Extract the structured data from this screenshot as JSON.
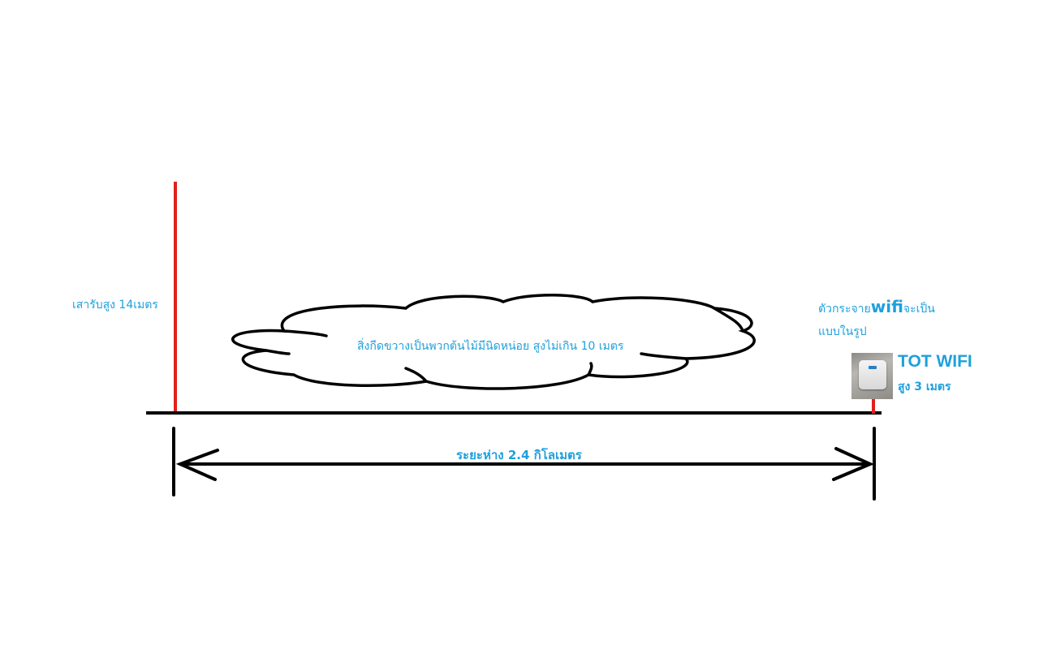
{
  "colors": {
    "accent_text": "#1fa0dc",
    "pole": "#e02020",
    "line": "#000000"
  },
  "pole": {
    "label": "เสารับสูง 14เมตร"
  },
  "obstacle": {
    "label": "สิ่งกีดขวางเป็นพวกต้นไม้มีนิดหน่อย สูงไม่เกิน 10 เมตร"
  },
  "distance": {
    "prefix": "ระยะห่าง ",
    "value": "2.4",
    "unit": " กิโลเมตร"
  },
  "wifi_note": {
    "part1": "ตัวกระจาย",
    "part2": "wifi",
    "part3": "จะเป็น",
    "line2": "แบบในรูป"
  },
  "device": {
    "title": "TOT WIFI",
    "height": "สูง 3 เมตร",
    "image_icon": "wifi-access-point-photo"
  }
}
